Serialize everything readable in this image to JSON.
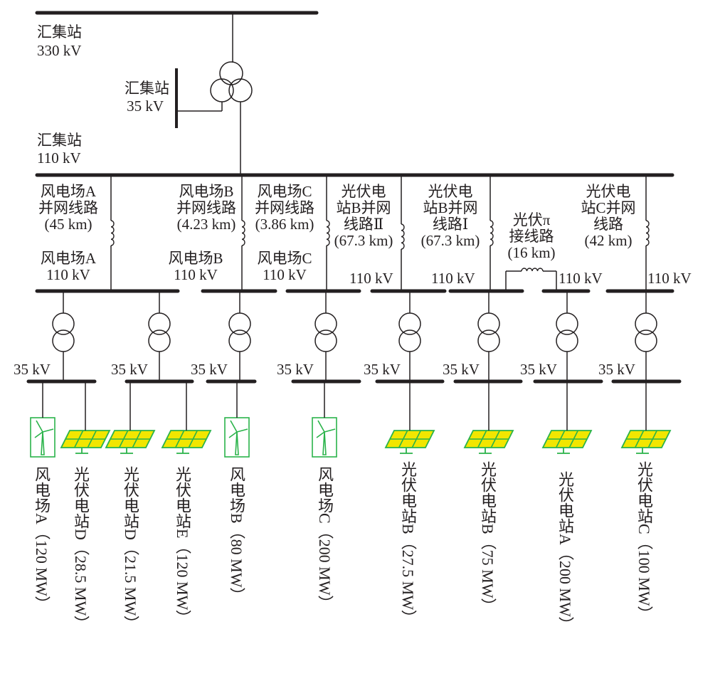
{
  "substation": {
    "bus330": {
      "name": "汇集站",
      "voltage": "330 kV"
    },
    "bus35": {
      "name": "汇集站",
      "voltage": "35 kV"
    },
    "bus110": {
      "name": "汇集站",
      "voltage": "110 kV"
    }
  },
  "lines": [
    {
      "l1": "风电场A",
      "l2": "并网线路",
      "len": "(45 km)"
    },
    {
      "l1": "风电场B",
      "l2": "并网线路",
      "len": "(4.23 km)"
    },
    {
      "l1": "风电场C",
      "l2": "并网线路",
      "len": "(3.86 km)"
    },
    {
      "l1": "光伏电",
      "l2": "站B并网",
      "l3": "线路Ⅱ",
      "len": "(67.3 km)"
    },
    {
      "l1": "光伏电",
      "l2": "站B并网",
      "l3": "线路Ⅰ",
      "len": "(67.3 km)"
    },
    {
      "l1": "光伏π",
      "l2": "接线路",
      "len": "(16 km)"
    },
    {
      "l1": "光伏电",
      "l2": "站C并网",
      "l3": "线路",
      "len": "(42 km)"
    }
  ],
  "buses110": [
    {
      "name": "风电场A",
      "voltage": "110 kV"
    },
    {
      "name": "风电场B",
      "voltage": "110 kV"
    },
    {
      "name": "风电场C",
      "voltage": "110 kV"
    },
    {
      "voltage": "110 kV"
    },
    {
      "voltage": "110 kV"
    },
    {
      "voltage": "110 kV"
    },
    {
      "voltage": "110 kV"
    }
  ],
  "bus35_label": "35 kV",
  "loads": [
    {
      "type": "wind-turbine-icon",
      "label": "风电场A（120 MW）"
    },
    {
      "type": "solar-panel-icon",
      "label": "光伏电站D（28.5 MW）"
    },
    {
      "type": "solar-panel-icon",
      "label": "光伏电站D（21.5 MW）"
    },
    {
      "type": "solar-panel-icon",
      "label": "光伏电站E（120 MW）"
    },
    {
      "type": "wind-turbine-icon",
      "label": "风电场B（80 MW）"
    },
    {
      "type": "wind-turbine-icon",
      "label": "风电场C（200 MW）"
    },
    {
      "type": "solar-panel-icon",
      "label": "光伏电站B（27.5 MW）"
    },
    {
      "type": "solar-panel-icon",
      "label": "光伏电站B（75 MW）"
    },
    {
      "type": "solar-panel-icon",
      "label": "光伏电站A（200 MW）"
    },
    {
      "type": "solar-panel-icon",
      "label": "光伏电站C（100 MW）"
    }
  ],
  "colors": {
    "line": "#231f20",
    "icon_stroke": "#2ab34a",
    "panel_fill": "#f2e600"
  }
}
